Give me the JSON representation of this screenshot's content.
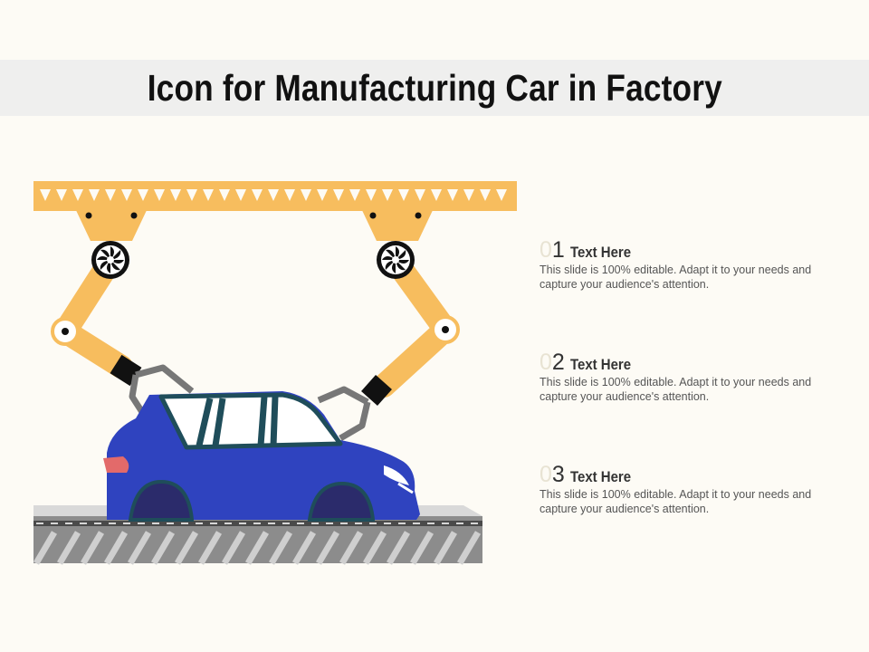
{
  "slide": {
    "title": "Icon for Manufacturing Car in Factory"
  },
  "items": [
    {
      "num_zero": "0",
      "num_digit": "1",
      "title": "Text Here",
      "body": "This slide is 100% editable. Adapt it to your needs and capture your audience's attention."
    },
    {
      "num_zero": "0",
      "num_digit": "2",
      "title": "Text Here",
      "body": "This slide is 100% editable. Adapt it to your needs and capture your audience's attention."
    },
    {
      "num_zero": "0",
      "num_digit": "3",
      "title": "Text Here",
      "body": "This slide is 100% editable. Adapt it to your needs and capture your audience's attention."
    }
  ],
  "colors": {
    "gantry": "#f7bd5e",
    "car_body": "#2f43bf",
    "car_outline": "#1f4d5a",
    "conveyor": "#8c8c8c",
    "title_band": "#efefee"
  },
  "icons": [
    "gantry-icon",
    "robot-arm-icon",
    "car-icon",
    "conveyor-belt-icon",
    "fan-joint-icon",
    "headlight-icon",
    "taillight-icon"
  ]
}
